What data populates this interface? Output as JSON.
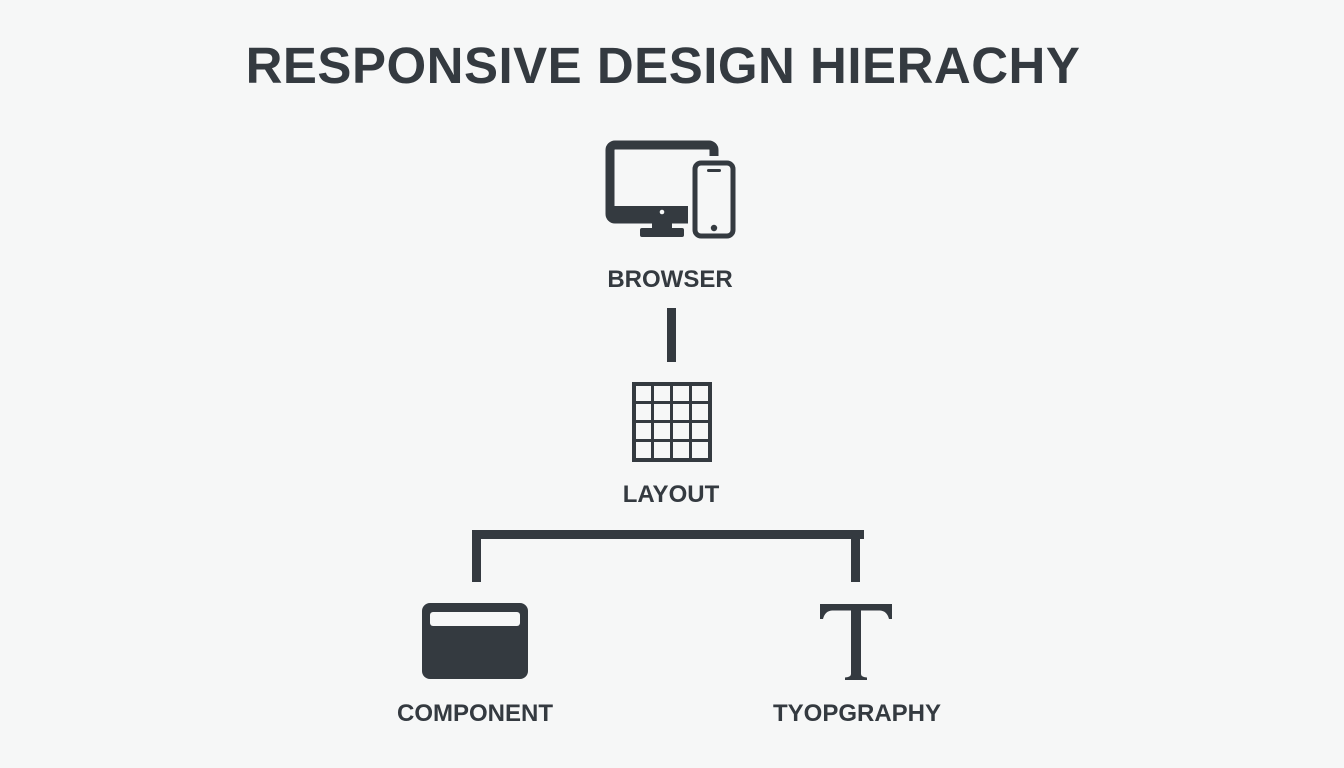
{
  "title": "RESPONSIVE DESIGN HIERACHY",
  "colors": {
    "ink": "#343a40",
    "background": "#f6f7f7"
  },
  "nodes": {
    "browser": {
      "label": "BROWSER",
      "icon": "devices-icon"
    },
    "layout": {
      "label": "LAYOUT",
      "icon": "grid-icon"
    },
    "component": {
      "label": "COMPONENT",
      "icon": "card-icon"
    },
    "typography": {
      "label": "TYOPGRAPHY",
      "icon": "serif-t-icon"
    }
  }
}
